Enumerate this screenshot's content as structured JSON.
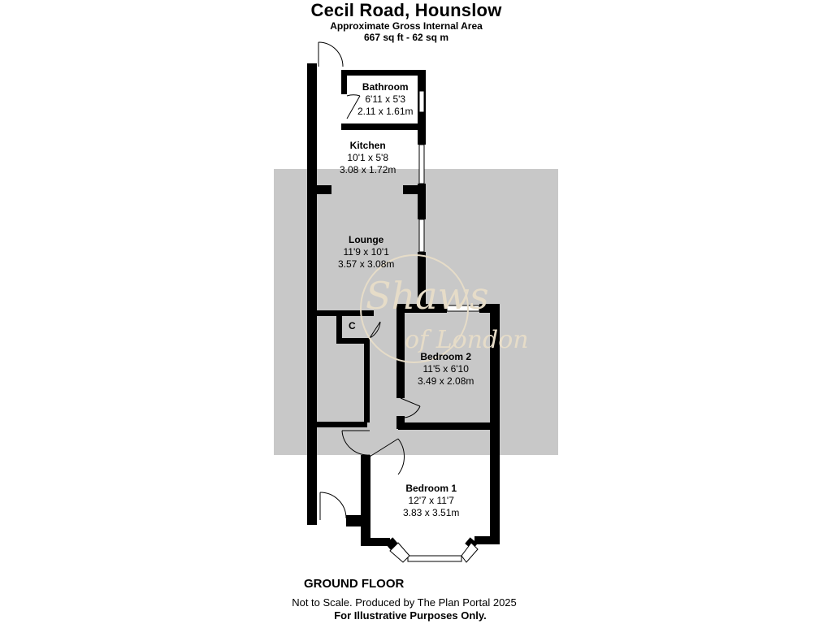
{
  "header": {
    "title": "Cecil Road, Hounslow",
    "subtitle": "Approximate Gross Internal Area",
    "area": "667 sq ft - 62 sq m"
  },
  "rooms": {
    "bathroom": {
      "name": "Bathroom",
      "imperial": "6'11 x 5'3",
      "metric": "2.11 x 1.61m"
    },
    "kitchen": {
      "name": "Kitchen",
      "imperial": "10'1 x 5'8",
      "metric": "3.08 x 1.72m"
    },
    "lounge": {
      "name": "Lounge",
      "imperial": "11'9 x 10'1",
      "metric": "3.57 x 3.08m"
    },
    "cupboard": {
      "name": "C"
    },
    "bedroom2": {
      "name": "Bedroom 2",
      "imperial": "11'5 x 6'10",
      "metric": "3.49 x 2.08m"
    },
    "bedroom1": {
      "name": "Bedroom 1",
      "imperial": "12'7 x 11'7",
      "metric": "3.83 x 3.51m"
    }
  },
  "watermark": {
    "line1": "Shaws",
    "line2": "of London"
  },
  "footer": {
    "floor": "GROUND FLOOR",
    "disclaimer": "Not to Scale. Produced by The Plan Portal 2025",
    "purpose": "For Illustrative Purposes Only."
  },
  "colors": {
    "wall": "#000000",
    "backdrop": "#c8c8c8",
    "window": "#ffffff"
  }
}
